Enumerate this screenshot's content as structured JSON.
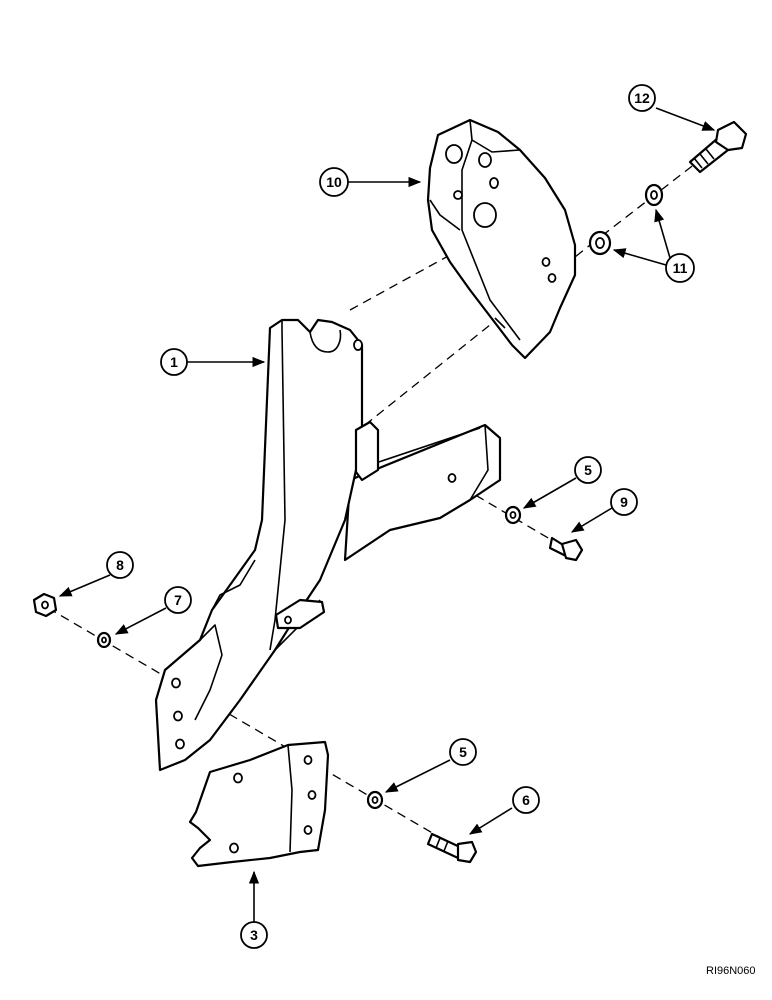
{
  "diagram": {
    "callouts": [
      {
        "id": "12",
        "label": "12"
      },
      {
        "id": "10",
        "label": "10"
      },
      {
        "id": "11",
        "label": "11"
      },
      {
        "id": "1",
        "label": "1"
      },
      {
        "id": "5a",
        "label": "5"
      },
      {
        "id": "9",
        "label": "9"
      },
      {
        "id": "8",
        "label": "8"
      },
      {
        "id": "7",
        "label": "7"
      },
      {
        "id": "5b",
        "label": "5"
      },
      {
        "id": "6",
        "label": "6"
      },
      {
        "id": "3",
        "label": "3"
      }
    ],
    "figure_id": "RI96N060"
  }
}
